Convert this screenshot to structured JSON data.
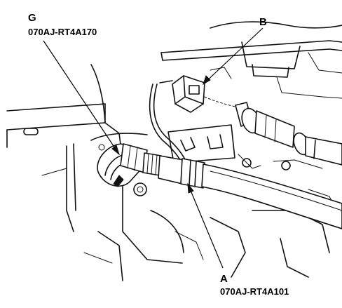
{
  "callouts": {
    "g": {
      "letter": "G",
      "part_number": "070AJ-RT4A170"
    },
    "b": {
      "letter": "B"
    },
    "a": {
      "letter": "A",
      "part_number": "070AJ-RT4A101"
    }
  }
}
